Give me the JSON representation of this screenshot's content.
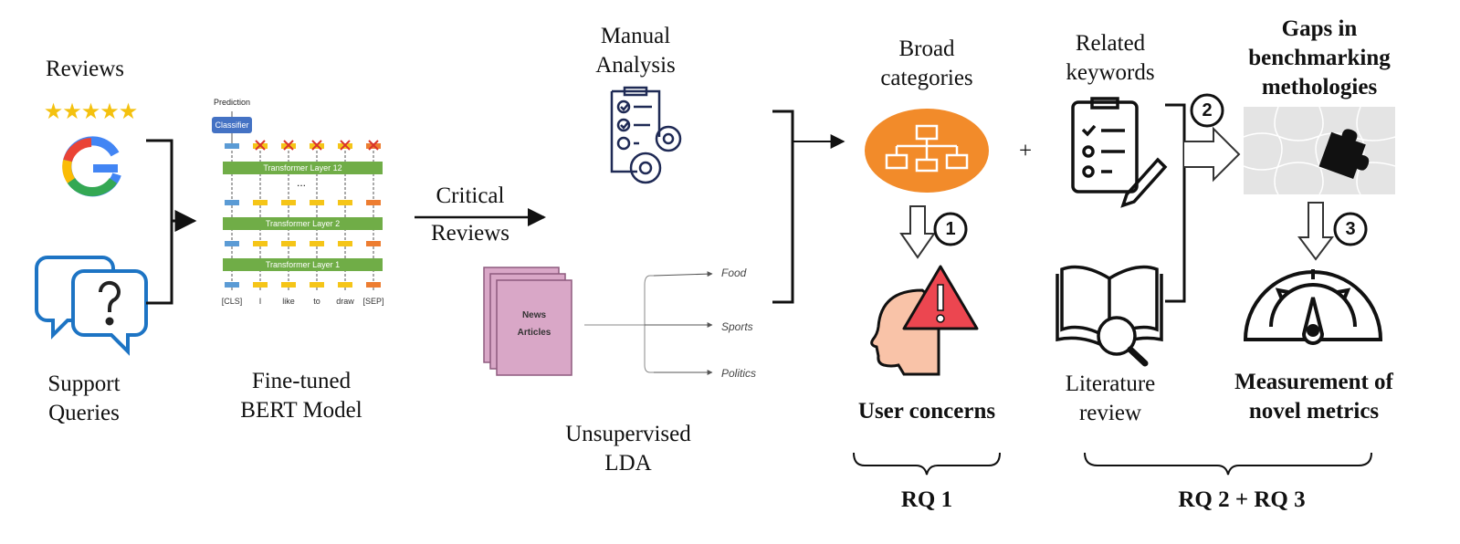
{
  "reviews_label": "Reviews",
  "stars": "★★★★★",
  "google_letter": "G",
  "support_label_1": "Support",
  "support_label_2": "Queries",
  "bert": {
    "prediction": "Prediction",
    "classifier": "Classifier",
    "layer_12": "Transformer Layer 12",
    "layer_2": "Transformer Layer 2",
    "layer_1": "Transformer Layer 1",
    "ellipsis": "...",
    "tokens": [
      "[CLS]",
      "I",
      "like",
      "to",
      "draw",
      "[SEP]"
    ],
    "caption_1": "Fine-tuned",
    "caption_2": "BERT Model"
  },
  "critical_1": "Critical",
  "critical_2": "Reviews",
  "manual_1": "Manual",
  "manual_2": "Analysis",
  "lda": {
    "news_1": "News",
    "news_2": "Articles",
    "topics": [
      "Food",
      "Sports",
      "Politics"
    ],
    "caption_1": "Unsupervised",
    "caption_2": "LDA"
  },
  "broad_1": "Broad",
  "broad_2": "categories",
  "plus": "+",
  "related_1": "Related",
  "related_2": "keywords",
  "gaps_1": "Gaps in",
  "gaps_2": "benchmarking",
  "gaps_3": "methologies",
  "step_1": "1",
  "step_2": "2",
  "step_3": "3",
  "user_concerns": "User concerns",
  "literature_1": "Literature",
  "literature_2": "review",
  "measure_1": "Measurement of",
  "measure_2": "novel metrics",
  "rq1": "RQ 1",
  "rq23": "RQ 2 + RQ 3"
}
